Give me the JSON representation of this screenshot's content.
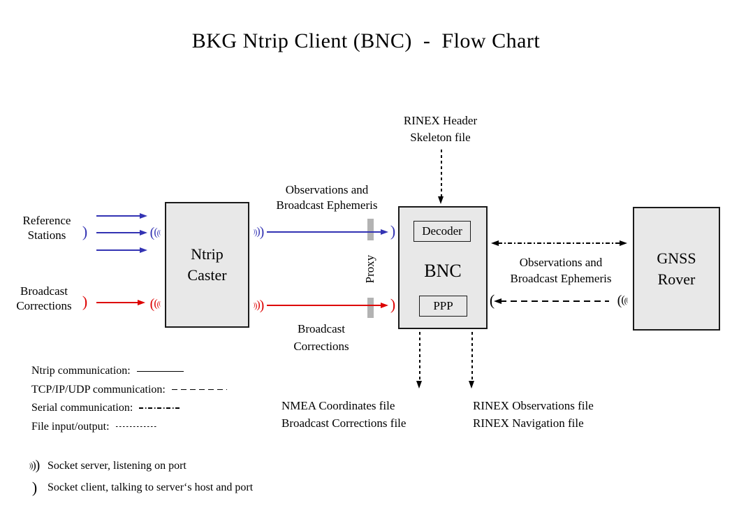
{
  "title": "BKG Ntrip Client (BNC)  -  Flow Chart",
  "boxes": {
    "ntrip_caster": "Ntrip\nCaster",
    "bnc": "BNC",
    "decoder": "Decoder",
    "ppp": "PPP",
    "gnss_rover": "GNSS\nRover"
  },
  "labels": {
    "reference_stations": "Reference\nStations",
    "broadcast_corrections_left": "Broadcast\nCorrections",
    "observations_ephemeris_left": "Observations and\nBroadcast Ephemeris",
    "broadcast_corrections_mid": "Broadcast\nCorrections",
    "rinex_header_skeleton": "RINEX Header\nSkeleton file",
    "observations_ephemeris_right": "Observations and\nBroadcast Ephemeris",
    "proxy": "Proxy",
    "nmea_output_files": "NMEA Coordinates file\nBroadcast Corrections file",
    "rinex_output_files": "RINEX Observations file\nRINEX Navigation file"
  },
  "legend": {
    "items": [
      {
        "label": "Ntrip communication:",
        "style": "solid"
      },
      {
        "label": "TCP/IP/UDP communication:",
        "style": "dashed"
      },
      {
        "label": "Serial communication:",
        "style": "dashdot"
      },
      {
        "label": "File input/output:",
        "style": "dotted"
      }
    ],
    "socket_server": "Socket server, listening on port",
    "socket_client": "Socket client, talking to server‘s host and port"
  },
  "icons": {
    "socket_client_right": {
      "glyph": ")",
      "sizes": [
        22
      ]
    },
    "socket_client_left": {
      "glyph": "(",
      "sizes": [
        22
      ]
    },
    "socket_server_right": {
      "glyph": ")",
      "sizes": [
        8,
        12,
        16,
        20
      ]
    },
    "socket_server_left": {
      "glyph": "(",
      "sizes": [
        20,
        16,
        12,
        8
      ]
    }
  },
  "colors": {
    "ntrip_observations": "#3333b3",
    "corrections": "#dd0000",
    "neutral": "#000000",
    "box_fill": "#e8e8e8",
    "proxy_bar": "#b3b3b3"
  }
}
